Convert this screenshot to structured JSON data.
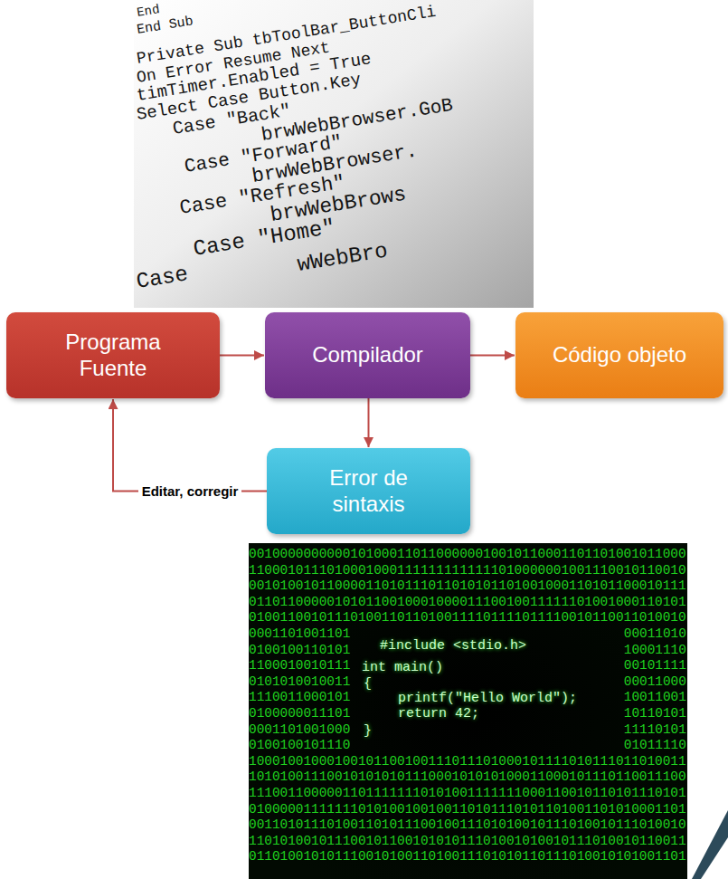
{
  "diagram": {
    "nodes": [
      {
        "text": [
          "Programa Fuente"
        ]
      },
      {
        "text": [
          "Compilador"
        ]
      },
      {
        "text": [
          "Código objeto"
        ]
      },
      {
        "text": [
          "Error de sintaxis"
        ]
      }
    ],
    "edges": [
      {
        "from": 0,
        "to": 1,
        "arrow": "to"
      },
      {
        "from": 1,
        "to": 2,
        "arrow": "to"
      },
      {
        "from": 1,
        "to": 3,
        "arrow": "to"
      },
      {
        "from": 3,
        "to": 0,
        "label": "Editar, corregir",
        "arrow": "to"
      }
    ],
    "labels": [
      "End",
      "End Sub",
      "Private Sub tbToolBar_ButtonCli",
      "On Error Resume Next",
      "timTimer.Enabled = True",
      "Select Case Button.Key",
      "Case \"Back\"",
      "brwWebBrowser.GoB",
      "Case \"Forward\"",
      "brwWebBrowser.",
      "Case \"Refresh\"",
      "brwWebBrows",
      "Case \"Home\"",
      "Case",
      "wWebBro",
      "00100000000001010001101100000010010110001101101001011000",
      "11000101110100010001111111111111010000001001110010110010",
      "00101001011000011010111011010101101001000110101100010111",
      "01101100000101011001000100001110010011111101001000110101",
      "01001100101110100110110100111101111011110010110011010010",
      "0001101001101",
      "00011010",
      "0100100110101",
      "10001110",
      "1100010010111",
      "00101111",
      "0101010010011",
      "00011000",
      "1110011000101",
      "10011001",
      "0100000011101",
      "10110101",
      "0001101001000",
      "11110101",
      "0100100101110",
      "01011110",
      "10001001000100101100100111011101000101111010111011010011",
      "10101001110010101010111000101010100011000101110110011100",
      "11100110000011011111110101001111111000110010110101110101",
      "01000001111111010100100100110101110101101001101010001101",
      "00110101110100110101110010011101010010111010010111010010",
      "11010100101110010110010101011101001010010111010010110011",
      "01101001010111001010011010011101010110111010010101001101",
      "#include <stdio.h>",
      "int main()",
      "{",
      "printf(\"Hello World\");",
      "return 42;",
      "}"
    ]
  }
}
